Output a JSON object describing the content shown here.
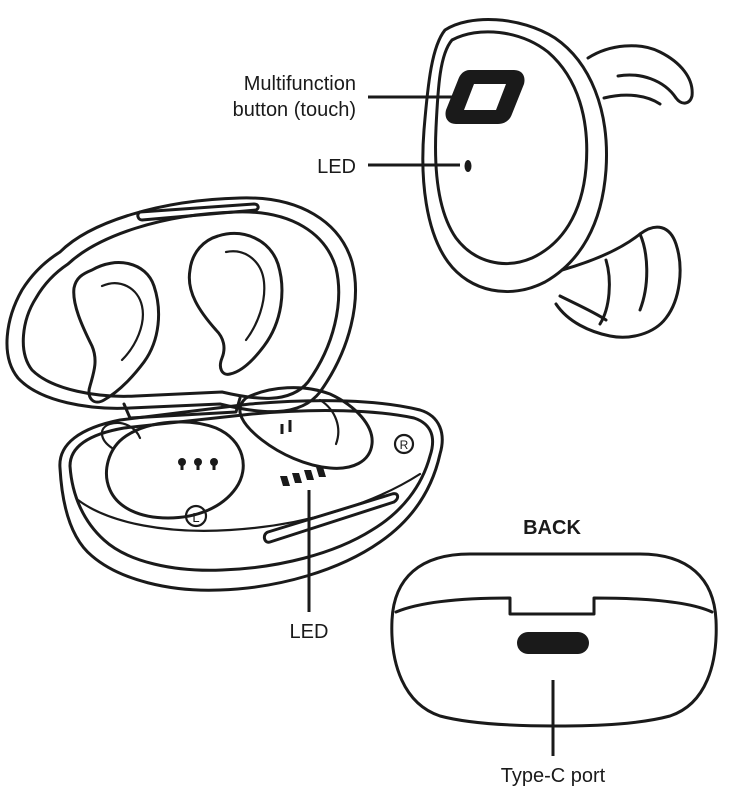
{
  "labels": {
    "multifunction_line1": "Multifunction",
    "multifunction_line2": "button (touch)",
    "earbud_led": "LED",
    "case_led": "LED",
    "back_title": "BACK",
    "type_c_port": "Type-C port"
  },
  "icons": {
    "earbud_left_marker": "L",
    "earbud_right_marker": "R"
  },
  "colors": {
    "line": "#1a1a1a",
    "background": "#ffffff"
  }
}
